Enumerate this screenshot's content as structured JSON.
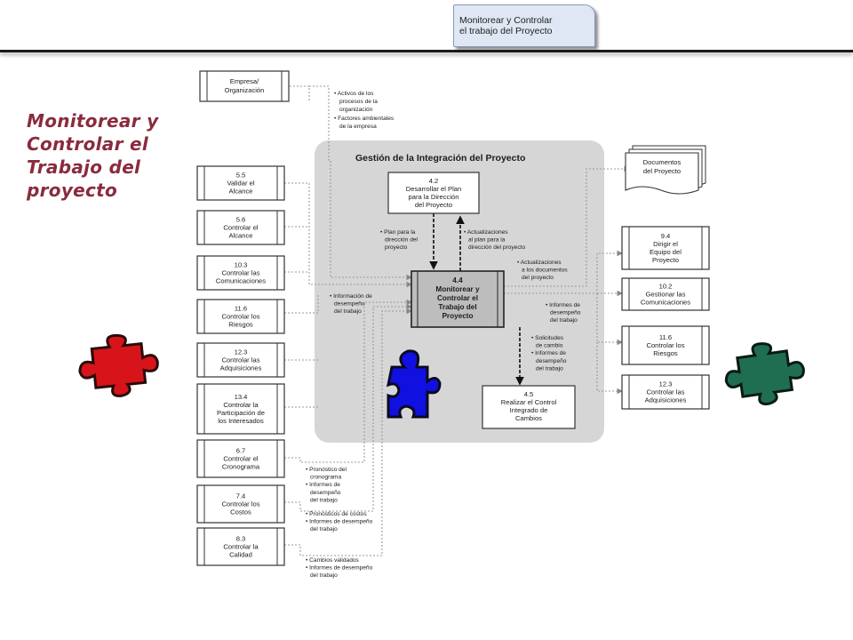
{
  "header": {
    "tab_line1": "Monitorear y Controlar",
    "tab_line2": "el trabajo del Proyecto"
  },
  "slide_title": {
    "lines": [
      "Monitorear y",
      "Controlar el",
      "Trabajo del",
      "proyecto"
    ]
  },
  "diagram": {
    "group_title": "Gestión de la Integración del Proyecto",
    "enterprise_box": [
      "Empresa/",
      "Organización"
    ],
    "enterprise_notes": [
      "• Activos de los",
      "procesos de la",
      "organización",
      "• Factores ambientales",
      "de la empresa"
    ],
    "inputs": [
      {
        "lines": [
          "5.5",
          "Validar el",
          "Alcance"
        ]
      },
      {
        "lines": [
          "5.6",
          "Controlar el",
          "Alcance"
        ]
      },
      {
        "lines": [
          "10.3",
          "Controlar las",
          "Comunicaciones"
        ]
      },
      {
        "lines": [
          "11.6",
          "Controlar los",
          "Riesgos"
        ]
      },
      {
        "lines": [
          "12.3",
          "Controlar las",
          "Adquisiciones"
        ]
      },
      {
        "lines": [
          "13.4",
          "Controlar la",
          "Participación de",
          "los Interesados"
        ]
      },
      {
        "lines": [
          "6.7",
          "Controlar el",
          "Cronograma"
        ]
      },
      {
        "lines": [
          "7.4",
          "Controlar los",
          "Costos"
        ]
      },
      {
        "lines": [
          "8.3",
          "Controlar la",
          "Calidad"
        ]
      }
    ],
    "process_42": [
      "4.2",
      "Desarrollar el Plan",
      "para la Dirección",
      "del Proyecto"
    ],
    "process_44": [
      "4.4",
      "Monitorear y",
      "Controlar el",
      "Trabajo del",
      "Proyecto"
    ],
    "process_45": [
      "4.5",
      "Realizar el Control",
      "Integrado de",
      "Cambios"
    ],
    "docs_box": [
      "Documentos",
      "del Proyecto"
    ],
    "outputs": [
      {
        "lines": [
          "9.4",
          "Dirigir el",
          "Equipo del",
          "Proyecto"
        ]
      },
      {
        "lines": [
          "10.2",
          "Gestionar las",
          "Comunicaciones"
        ]
      },
      {
        "lines": [
          "11.6",
          "Controlar los",
          "Riesgos"
        ]
      },
      {
        "lines": [
          "12.3",
          "Controlar las",
          "Adquisiciones"
        ]
      }
    ],
    "notes": {
      "plan_dir": [
        "• Plan para la",
        "dirección del",
        "proyecto"
      ],
      "plan_updates": [
        "• Actualizaciones",
        "al plan para la",
        "dirección del proyecto"
      ],
      "doc_updates": [
        "• Actualizaciones",
        "a los documentos",
        "del proyecto"
      ],
      "work_info": [
        "• Información de",
        "desempeño",
        "del trabajo"
      ],
      "work_reports_out": [
        "• Informes de",
        "desempeño",
        "del trabajo"
      ],
      "change_requests": [
        "• Solicitudes",
        "de cambio",
        "• Informes de",
        "desempeño",
        "del trabajo"
      ],
      "schedule": [
        "• Pronóstico del",
        "cronograma",
        "• Informes de",
        "desempeño",
        "del trabajo"
      ],
      "costs": [
        "• Pronósticos de costos",
        "• Informes de desempeño",
        "del trabajo"
      ],
      "quality": [
        "• Cambios validados",
        "• Informes de desempeño",
        "del trabajo"
      ]
    }
  },
  "puzzle_icons": [
    {
      "name": "red-puzzle",
      "color": "#d7141a"
    },
    {
      "name": "blue-puzzle",
      "color": "#1010e0"
    },
    {
      "name": "green-puzzle",
      "color": "#1f6e52"
    }
  ]
}
